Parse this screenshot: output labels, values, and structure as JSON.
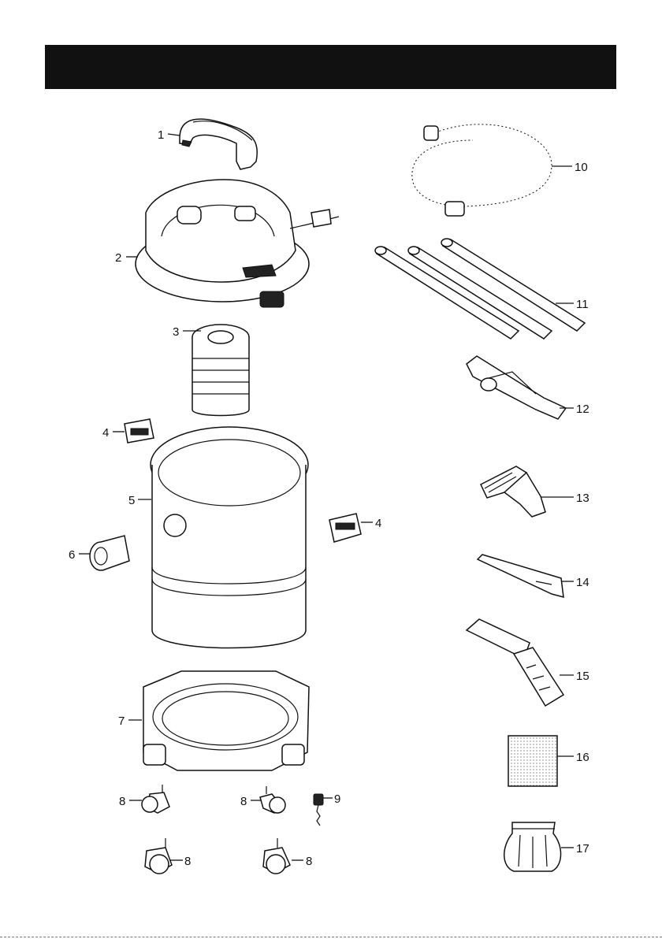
{
  "header": {
    "title": ""
  },
  "parts": [
    {
      "id": "handle",
      "label": "1"
    },
    {
      "id": "powerhead",
      "label": "2"
    },
    {
      "id": "filter",
      "label": "3"
    },
    {
      "id": "latch-left",
      "label": "4"
    },
    {
      "id": "latch-right",
      "label": "4"
    },
    {
      "id": "tank",
      "label": "5"
    },
    {
      "id": "hose-adapter",
      "label": "6"
    },
    {
      "id": "caster-base",
      "label": "7"
    },
    {
      "id": "caster-1",
      "label": "8"
    },
    {
      "id": "caster-2",
      "label": "8"
    },
    {
      "id": "caster-3",
      "label": "8"
    },
    {
      "id": "caster-4",
      "label": "8"
    },
    {
      "id": "drain-plug",
      "label": "9"
    },
    {
      "id": "hose",
      "label": "10"
    },
    {
      "id": "extension-wands",
      "label": "11"
    },
    {
      "id": "floor-nozzle",
      "label": "12"
    },
    {
      "id": "utility-nozzle",
      "label": "13"
    },
    {
      "id": "crevice-tool",
      "label": "14"
    },
    {
      "id": "wet-nozzle",
      "label": "15"
    },
    {
      "id": "foam-sleeve",
      "label": "16"
    },
    {
      "id": "dust-bag",
      "label": "17"
    }
  ]
}
